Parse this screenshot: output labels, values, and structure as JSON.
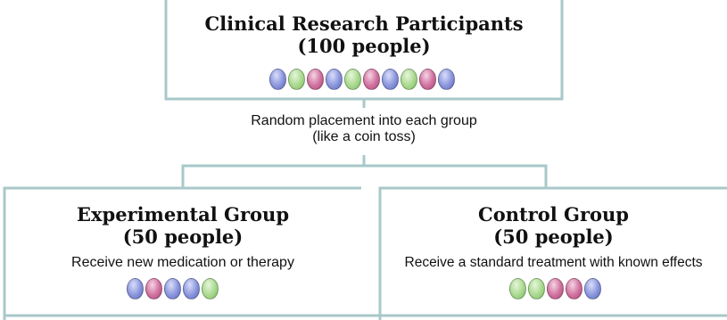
{
  "top": {
    "title_line1": "Clinical Research Participants",
    "title_line2": "(100 people)",
    "ovals": [
      "blue",
      "green",
      "pink",
      "blue",
      "green",
      "pink",
      "blue",
      "green",
      "pink",
      "blue"
    ]
  },
  "connector": {
    "line1": "Random placement into each group",
    "line2": "(like a coin toss)"
  },
  "experimental": {
    "title_line1": "Experimental Group",
    "title_line2": "(50 people)",
    "description": "Receive new medication or therapy",
    "ovals": [
      "blue",
      "pink",
      "blue",
      "blue",
      "green"
    ]
  },
  "control": {
    "title_line1": "Control Group",
    "title_line2": "(50 people)",
    "description": "Receive a standard treatment with known effects",
    "ovals": [
      "green",
      "green",
      "pink",
      "pink",
      "blue"
    ]
  }
}
